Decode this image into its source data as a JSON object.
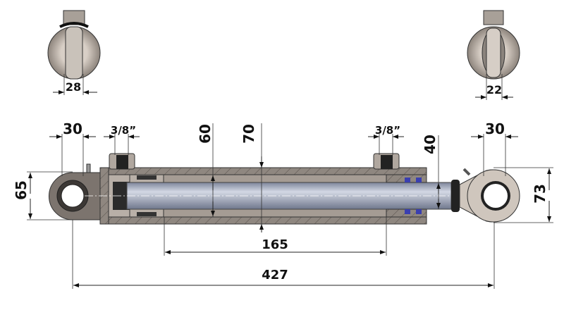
{
  "dimensions": {
    "left_eye_width_end_view": "28",
    "right_eye_width_end_view": "22",
    "left_eye_thickness": "30",
    "right_eye_thickness": "30",
    "left_port": "3/8”",
    "right_port": "3/8”",
    "bore": "60",
    "barrel_outer": "70",
    "rod": "40",
    "left_eye_height": "65",
    "right_eye_height": "73",
    "stroke": "165",
    "closed_length": "427"
  },
  "colors": {
    "body": "#9c938c",
    "rod": "#a9b0c2",
    "seal": "#3a3fb0",
    "eye": "#cfc6bd"
  }
}
